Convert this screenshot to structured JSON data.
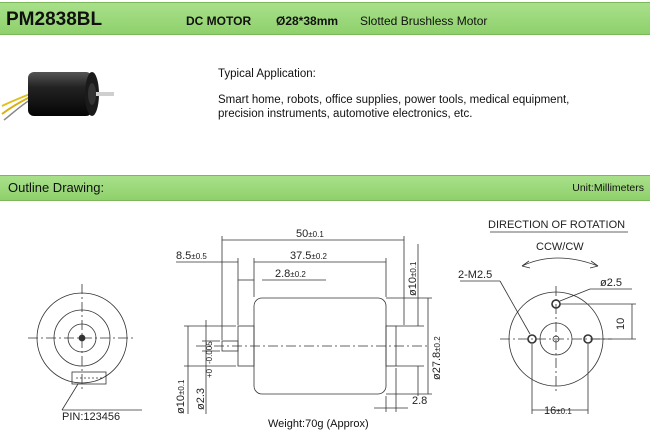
{
  "header": {
    "model": "PM2838BL",
    "type": "DC  MOTOR",
    "size": "Ø28*38mm",
    "description": "Slotted Brushless Motor"
  },
  "application": {
    "title": "Typical  Application:",
    "line1": "Smart home, robots, office supplies, power tools, medical equipment,",
    "line2": "precision instruments, automotive electronics, etc."
  },
  "outline": {
    "title": "Outline Drawing:",
    "unit": "Unit:Millimeters"
  },
  "drawing": {
    "rotation_title": "DIRECTION OF ROTATION",
    "rotation": "CCW/CW",
    "pin_label": "PIN:123456",
    "length_total": "50",
    "length_total_tol": "±0.1",
    "length_body": "37.5",
    "length_body_tol": "±0.2",
    "shaft_length": "8.5",
    "shaft_length_tol": "±0.5",
    "boss_length": "2.8",
    "boss_length_tol": "±0.2",
    "rear_shaft_dia": "ø10",
    "rear_shaft_dia_tol": "±0.1",
    "body_dia": "ø27.8",
    "body_dia_tol": "±0.2",
    "front_boss_dia": "ø10",
    "front_boss_dia_tol": "±0.1",
    "shaft_dia": "ø2.3",
    "shaft_dia_tol_top": "+0",
    "shaft_dia_tol_bot": "-0.005",
    "rear_len": "2.8",
    "holes": "2-M2.5",
    "hole_dia": "ø2.5",
    "hole_offset": "10",
    "hole_spacing": "16",
    "hole_spacing_tol": "±0.1"
  },
  "weight": "Weight:70g (Approx)"
}
